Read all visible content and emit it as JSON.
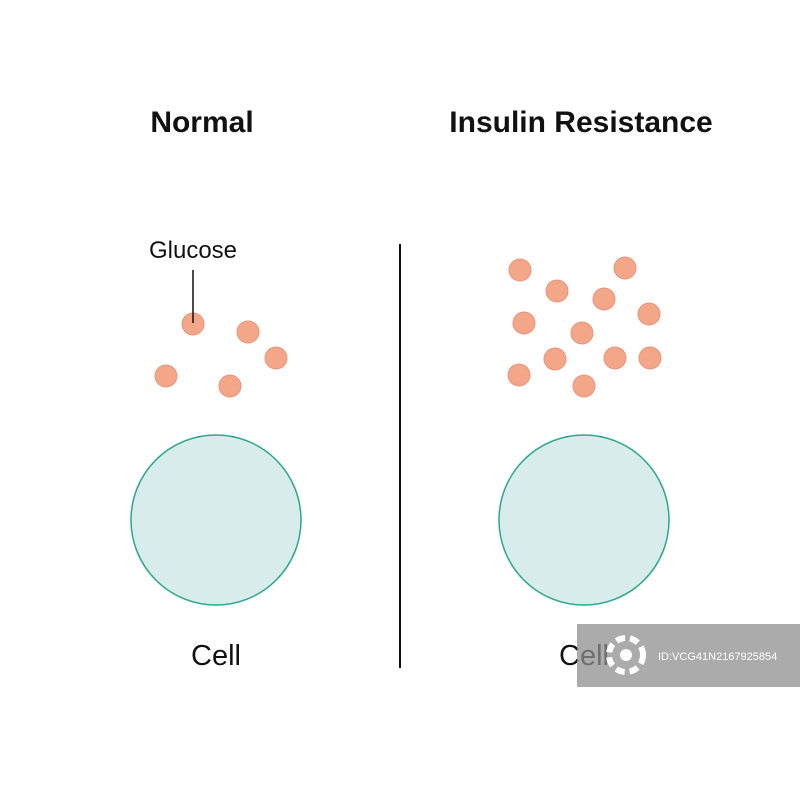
{
  "panels": {
    "left": {
      "title": "Normal",
      "cell_label": "Cell",
      "callout": "Glucose"
    },
    "right": {
      "title": "Insulin Resistance",
      "cell_label": "Cell"
    }
  },
  "watermark": {
    "id_text": "ID:VCG41N2167925854",
    "logo": "vcg-logo"
  },
  "colors": {
    "glucose_fill": "#F4A688",
    "glucose_stroke": "#E8957A",
    "cell_fill": "#D8ECEC",
    "cell_stroke": "#2BA88E",
    "divider": "#111111",
    "watermark_bg": "#8F8F8F"
  }
}
